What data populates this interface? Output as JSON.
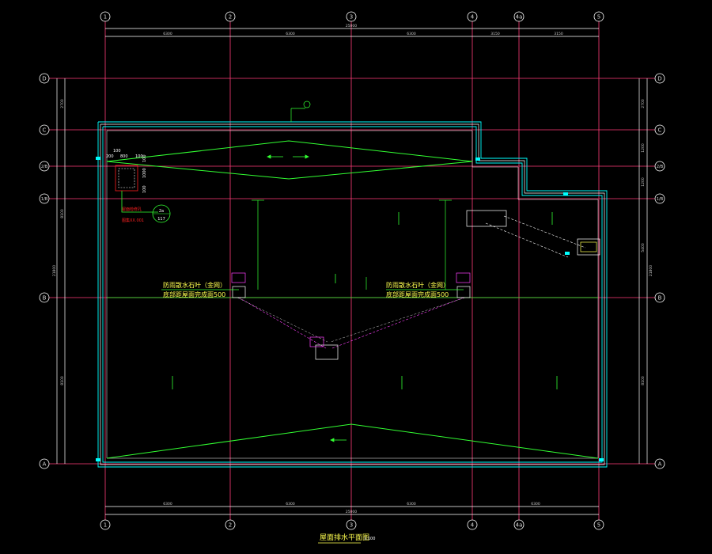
{
  "drawing": {
    "background": "#000000",
    "colors": {
      "axis": "#ff3c78",
      "bubble": "#ffffff",
      "dimension": "#ffffff",
      "roof_green": "#32ff32",
      "parapet_cyan": "#00ffff",
      "parapet_white": "#ffffff",
      "annotation_red": "#ff2020",
      "annotation_yellow": "#ffff50",
      "drain_magenta": "#ff40ff"
    },
    "axes": {
      "vertical": [
        "1",
        "2",
        "3",
        "4",
        "4a",
        "5"
      ],
      "horizontal": [
        "D",
        "C",
        "2/B",
        "1/B",
        "B",
        "A"
      ]
    },
    "dimensions": {
      "top_total": "25000",
      "top_segments": [
        "6300",
        "6300",
        "6300",
        "3150",
        "3150"
      ],
      "bottom_total": "25000",
      "bottom_segments": [
        "6300",
        "6300",
        "6300",
        "6300"
      ],
      "left_total": "21800",
      "left_segments": [
        "2700",
        "8100",
        "8100"
      ],
      "right_total": "21800",
      "right_segments": [
        "2700",
        "1200",
        "1200",
        "5400",
        "8100"
      ]
    },
    "detail_dims": {
      "top": [
        "100",
        "200",
        "800",
        "100"
      ],
      "side": [
        "100",
        "1000",
        "100"
      ]
    },
    "labels": {
      "scupper_title": "屋面检修孔",
      "scupper_sub": "图集XX.001",
      "section_ref_top": "2a",
      "section_ref_bottom": "117",
      "note_left_1": "防雨散水石叶（金网）",
      "note_left_2": "底部距屋面完成面500",
      "note_right_1": "防雨散水石叶（金网）",
      "note_right_2": "底部距屋面完成面500",
      "drawing_title": "屋面排水平面图",
      "drawing_scale": "1:100"
    }
  }
}
